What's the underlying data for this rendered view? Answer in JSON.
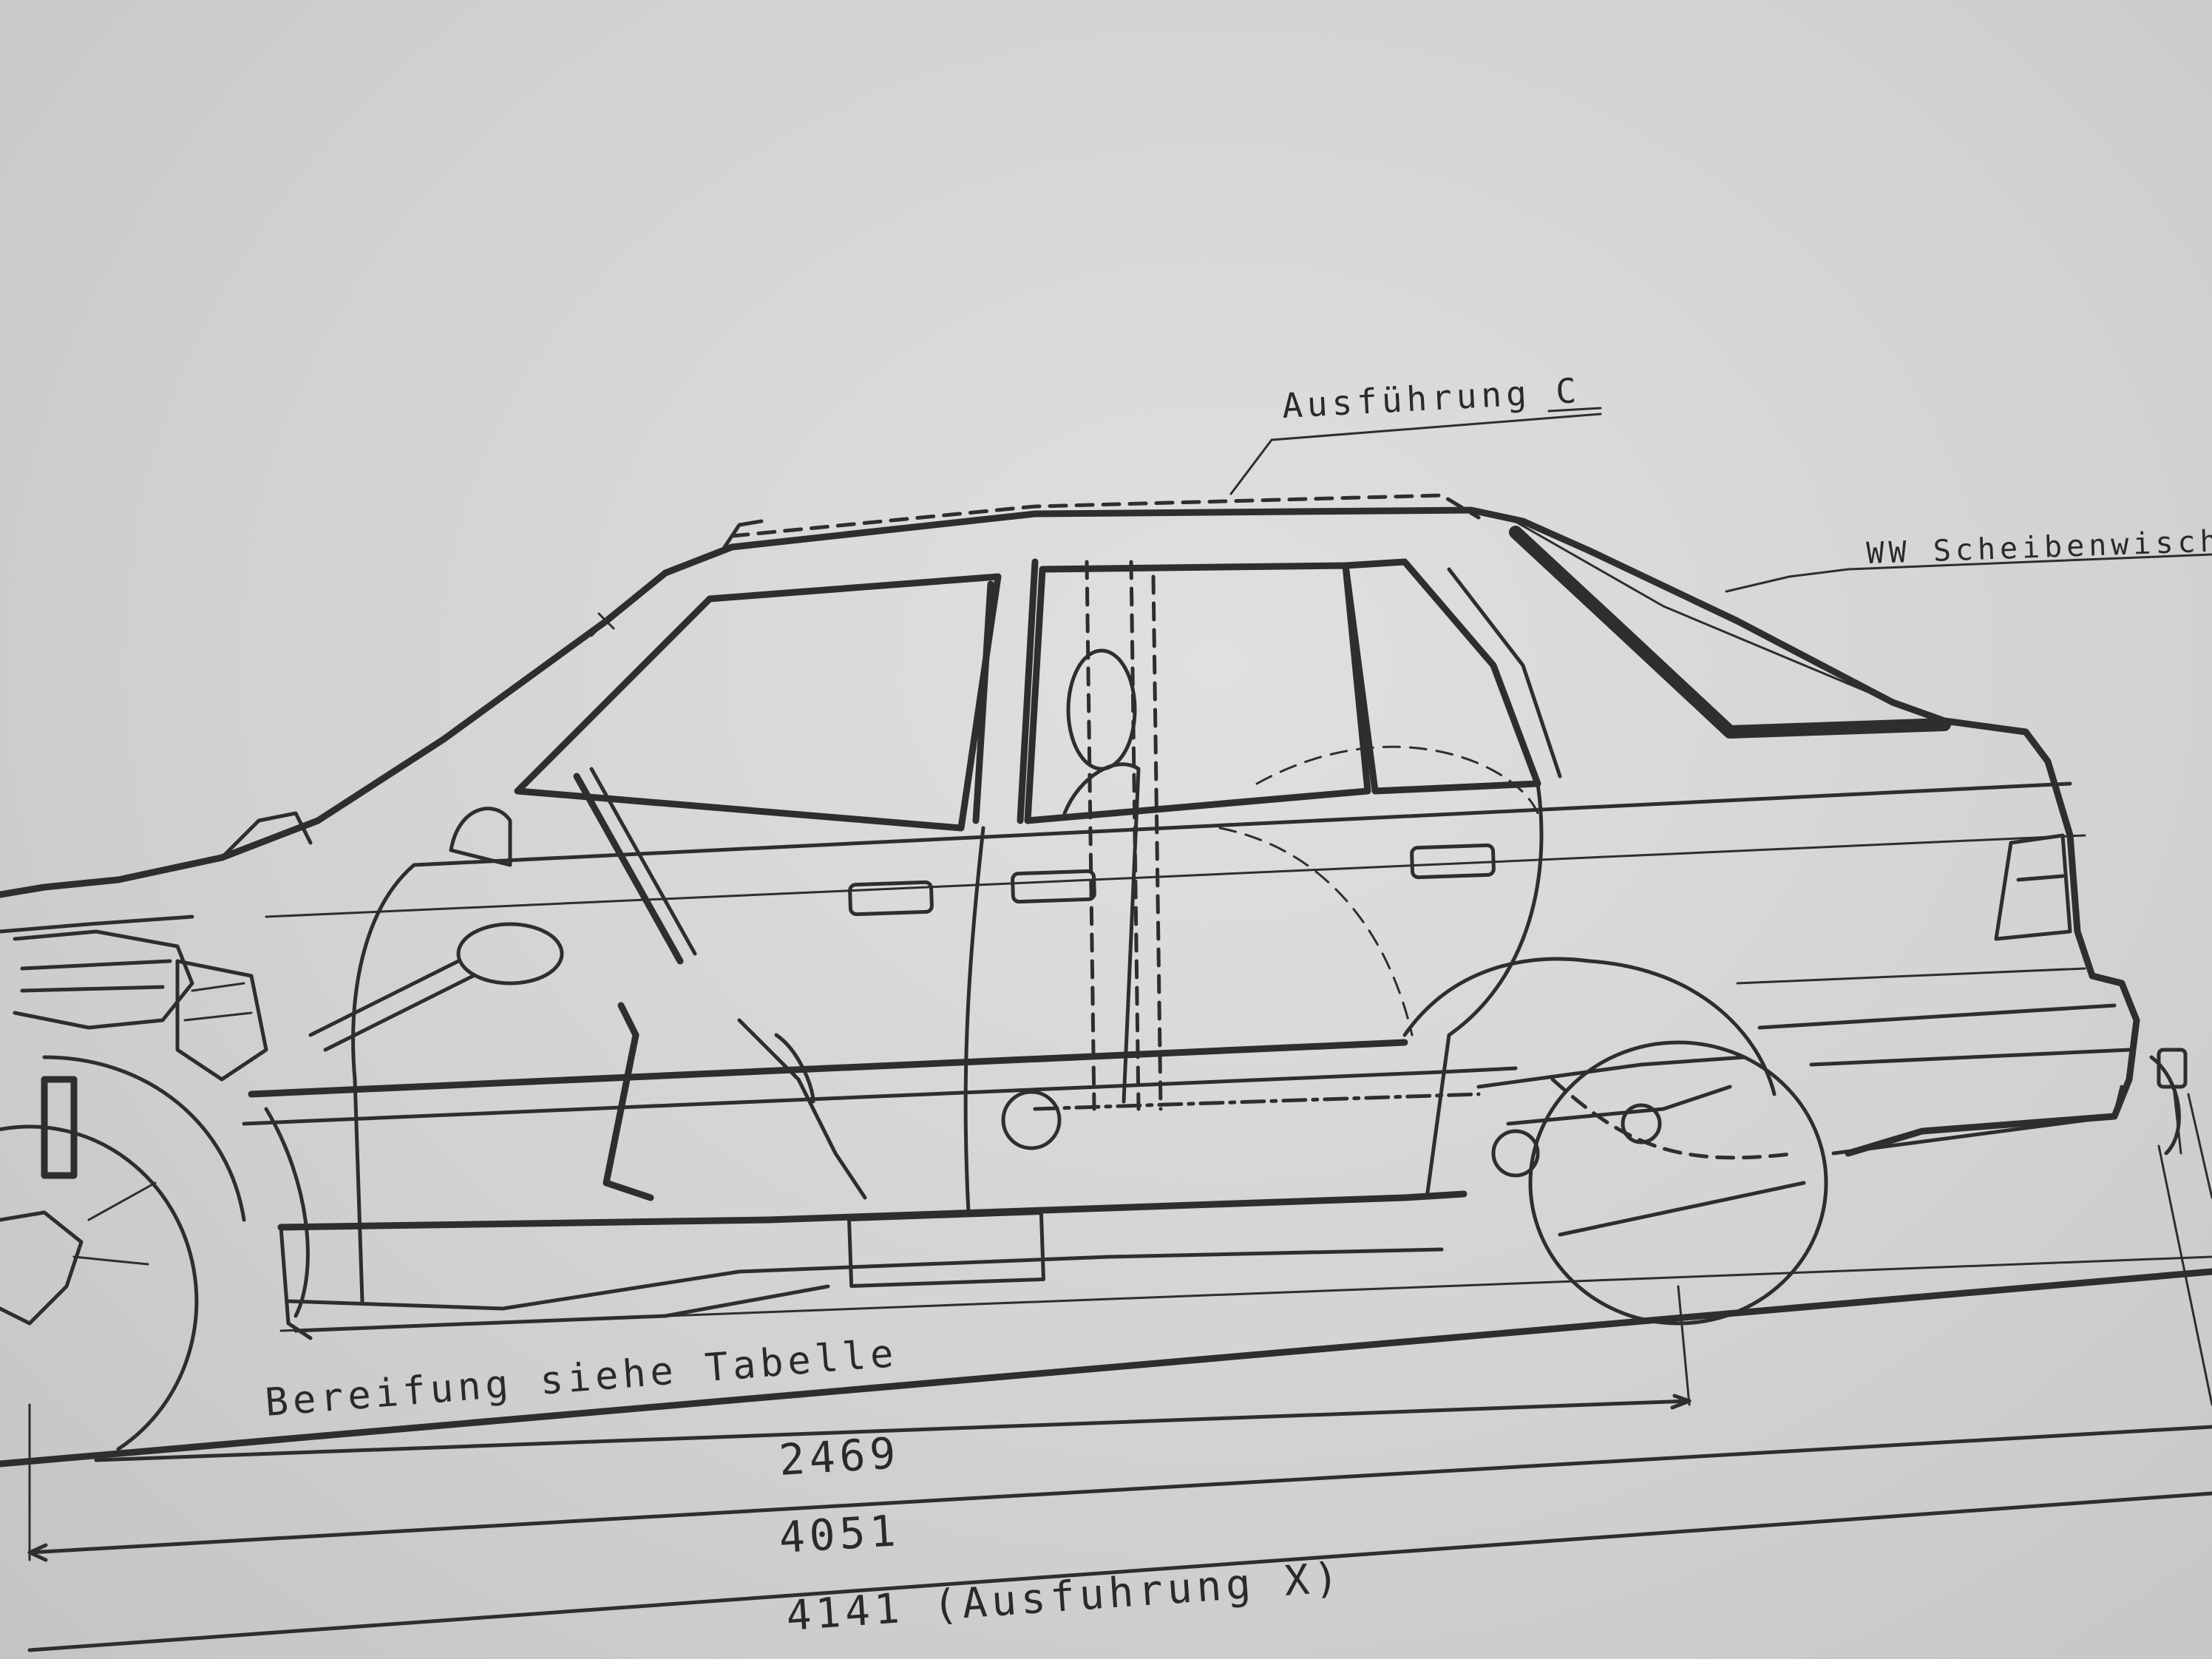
{
  "labels": {
    "variant_c": "Ausführung C",
    "wiper": "WW Scheibenwischer",
    "tires": "Bereifung siehe Tabelle"
  },
  "dimensions": {
    "wheelbase": "2469",
    "length": "4051",
    "length_variant_x": "4141 (Ausfuhrung X)"
  },
  "colors": {
    "paper": "#d3d3d1",
    "ink": "#2e2e2e"
  }
}
